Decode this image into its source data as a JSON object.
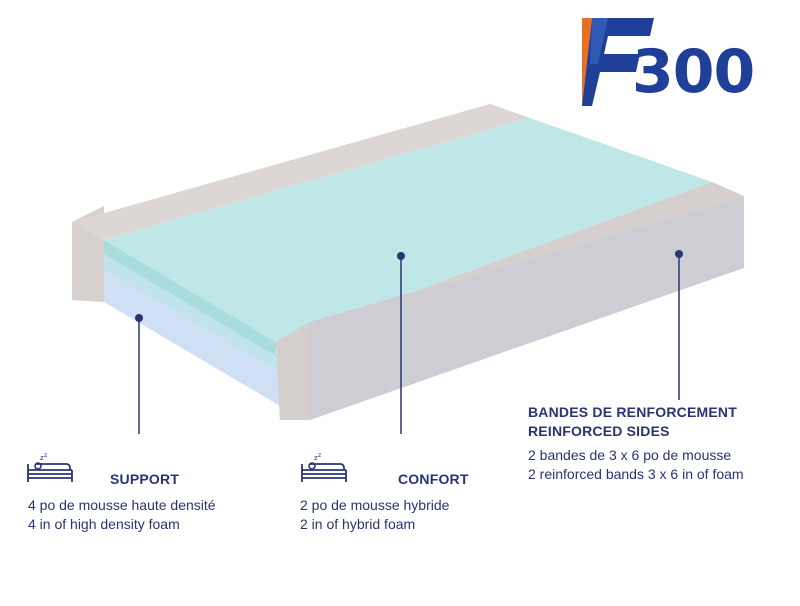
{
  "logo": {
    "number": "300"
  },
  "support": {
    "title": "SUPPORT",
    "line_fr": "4 po de mousse haute densité",
    "line_en": "4 in of high density foam"
  },
  "confort": {
    "title": "CONFORT",
    "line_fr": "2 po de mousse hybride",
    "line_en": "2 in of hybrid foam"
  },
  "sides": {
    "title_fr": "BANDES DE RENFORCEMENT",
    "title_en": "REINFORCED SIDES",
    "line_fr": "2 bandes de 3 x 6 po de mousse",
    "line_en": "2 reinforced bands 3 x 6 in of foam"
  },
  "colors": {
    "brand_blue": "#1f3f98",
    "brand_orange": "#e8701f",
    "text": "#2a3474"
  }
}
